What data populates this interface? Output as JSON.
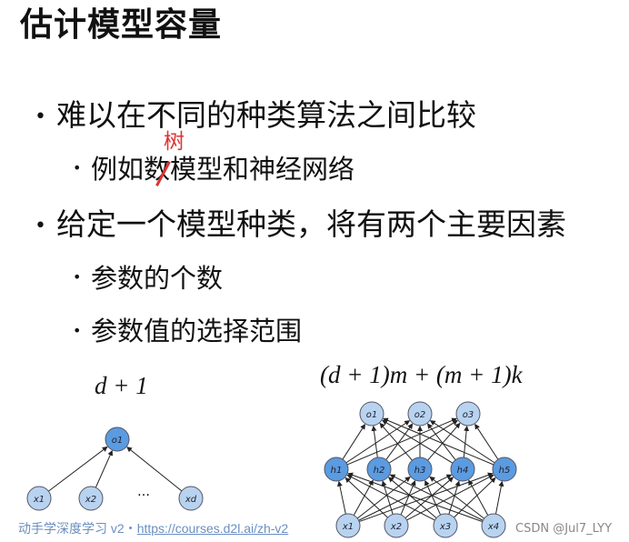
{
  "title": "估计模型容量",
  "bullets": [
    {
      "text": "难以在不同的种类算法之间比较",
      "sub": [
        {
          "text": "例如数模型和神经网络",
          "annotation": "树"
        }
      ]
    },
    {
      "text": "给定一个模型种类，将有两个主要因素",
      "sub": [
        {
          "text": "参数的个数"
        },
        {
          "text": "参数值的选择范围"
        }
      ]
    }
  ],
  "diagram_left": {
    "formula": "d + 1",
    "output": [
      "o1"
    ],
    "inputs": [
      "x1",
      "x2",
      "…",
      "xd"
    ]
  },
  "diagram_right": {
    "formula": "(d + 1)m + (m + 1)k",
    "outputs": [
      "o1",
      "o2",
      "o3"
    ],
    "hidden": [
      "h1",
      "h2",
      "h3",
      "h4",
      "h5"
    ],
    "inputs": [
      "x1",
      "x2",
      "x3",
      "x4"
    ]
  },
  "footer": {
    "text": "动手学深度学习 v2・",
    "link": "https://courses.d2l.ai/zh-v2"
  },
  "watermark": "CSDN @Jul7_LYY",
  "colors": {
    "node_dark": "#5b9be0",
    "node_light": "#b8d3f0",
    "annotation": "#d33333",
    "footer": "#6a8fc0"
  }
}
